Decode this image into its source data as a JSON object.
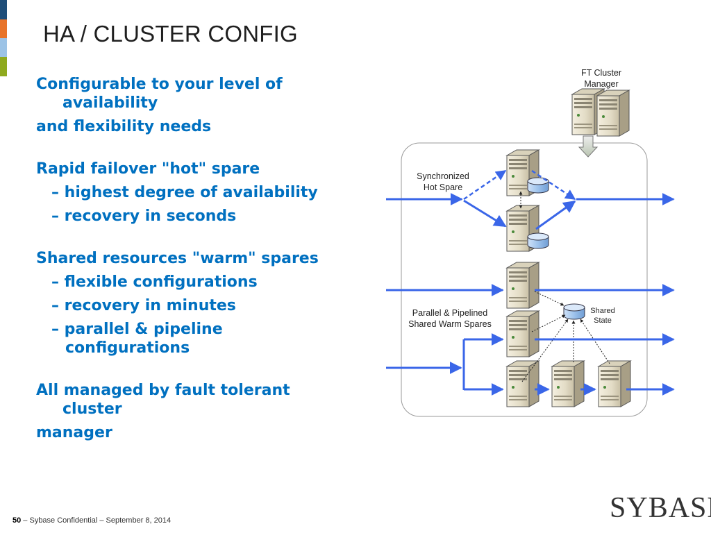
{
  "slide": {
    "title": "HA / CLUSTER CONFIG",
    "accent_colors": [
      "#1f4e79",
      "#e8742a",
      "#9cc3e6",
      "#8faa1e"
    ]
  },
  "bullets": {
    "b1_line1": "Configurable to your level of",
    "b1_line2": "availability",
    "b2": "and flexibility needs",
    "b3": "Rapid failover \"hot\" spare",
    "b3_sub1": "highest degree of availability",
    "b3_sub2": "recovery in seconds",
    "b4": "Shared resources \"warm\" spares",
    "b4_sub1": "flexible configurations",
    "b4_sub2": "recovery in minutes",
    "b4_sub3_line1": "parallel & pipeline",
    "b4_sub3_line2": "configurations",
    "b5_line1": "All managed by fault tolerant",
    "b5_line2": "cluster",
    "b6": "manager",
    "dash": "–"
  },
  "diagram": {
    "ft_manager_line1": "FT Cluster",
    "ft_manager_line2": "Manager",
    "hot_spare_line1": "Synchronized",
    "hot_spare_line2": "Hot Spare",
    "warm_line1": "Parallel & Pipelined",
    "warm_line2": "Shared Warm Spares",
    "shared_line1": "Shared",
    "shared_line2": "State",
    "arrow_color": "#3a66e8"
  },
  "footer": {
    "page_number": "50",
    "text": " – Sybase Confidential – September 8, 2014"
  },
  "logo": {
    "text": "SYBASE"
  }
}
